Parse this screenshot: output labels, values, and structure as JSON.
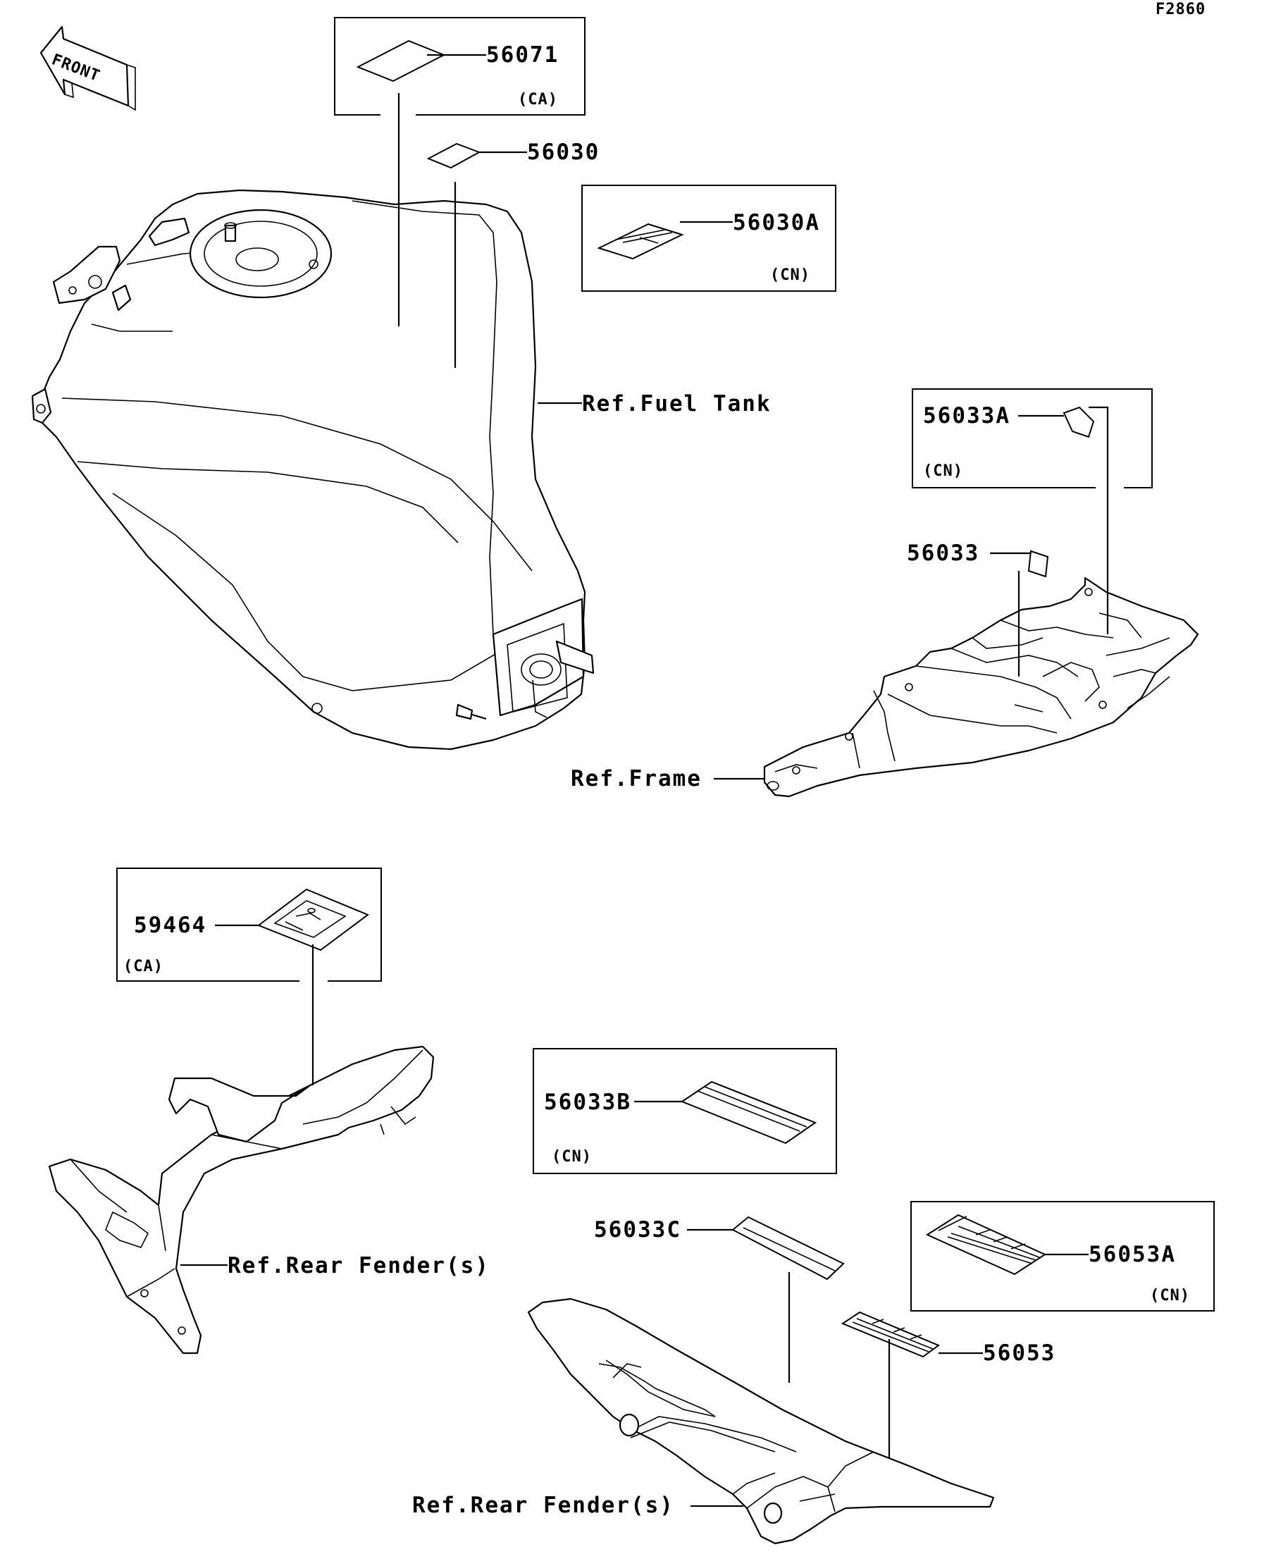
{
  "figure_id": "F2860",
  "front_label": "FRONT",
  "labels": {
    "p56071": "56071",
    "p56071_variant": "(CA)",
    "p56030": "56030",
    "p56030A": "56030A",
    "p56030A_variant": "(CN)",
    "ref_fuel_tank": "Ref.Fuel Tank",
    "p56033A": "56033A",
    "p56033A_variant": "(CN)",
    "p56033": "56033",
    "ref_frame": "Ref.Frame",
    "p59464": "59464",
    "p59464_variant": "(CA)",
    "ref_rear_fender_1": "Ref.Rear Fender(s)",
    "p56033B": "56033B",
    "p56033B_variant": "(CN)",
    "p56033C": "56033C",
    "p56053A": "56053A",
    "p56053A_variant": "(CN)",
    "p56053": "56053",
    "ref_rear_fender_2": "Ref.Rear Fender(s)"
  }
}
